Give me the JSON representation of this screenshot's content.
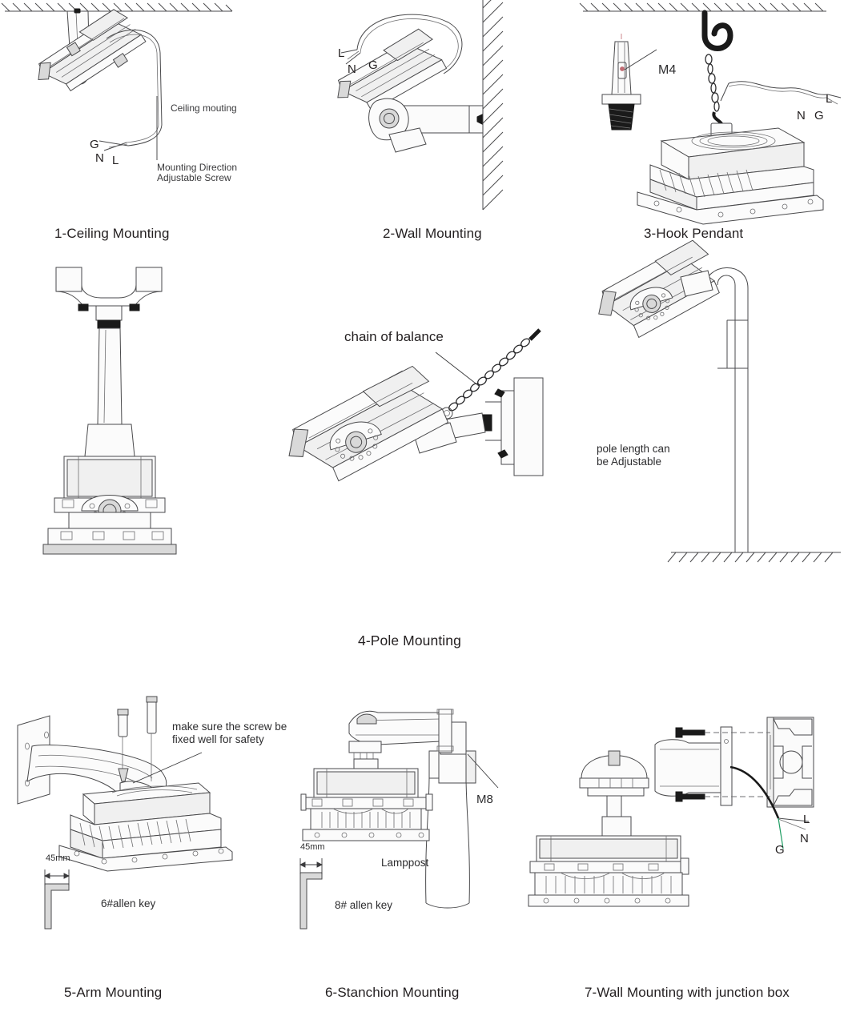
{
  "document": {
    "title": "LED Floodlight Mounting Methods",
    "accent_colors": {
      "line": "#4a4a4c",
      "text": "#231f20",
      "annotation": "#3a3a3c",
      "centerline": "#c06a72",
      "ground_wire": "#1f9d63",
      "dark_part": "#1a1a1a"
    }
  },
  "panels": [
    {
      "id": "ceiling-mounting",
      "caption": "1-Ceiling Mounting",
      "annotations": [
        {
          "name": "ceiling-mounting-note",
          "text": "Ceiling mouting"
        },
        {
          "name": "mounting-direction-note-line1",
          "text": "Mounting Direction"
        },
        {
          "name": "mounting-direction-note-line2",
          "text": "Adjustable Screw"
        }
      ],
      "wire_labels": [
        "G",
        "N",
        "L"
      ]
    },
    {
      "id": "wall-mounting",
      "caption": "2-Wall Mounting",
      "annotations": [],
      "wire_labels": [
        "L",
        "N",
        "G"
      ]
    },
    {
      "id": "hook-pendant",
      "caption": "3-Hook Pendant",
      "annotations": [
        {
          "name": "screw-size-label",
          "text": "M4"
        }
      ],
      "wire_labels": [
        "L",
        "N",
        "G"
      ]
    },
    {
      "id": "pole-mounting",
      "caption": "4-Pole Mounting",
      "annotations": [
        {
          "name": "chain-of-balance-label",
          "text": "chain of balance"
        },
        {
          "name": "pole-length-note-line1",
          "text": "pole length can"
        },
        {
          "name": "pole-length-note-line2",
          "text": "be Adjustable"
        }
      ],
      "wire_labels": []
    },
    {
      "id": "arm-mounting",
      "caption": "5-Arm Mounting",
      "annotations": [
        {
          "name": "screw-safety-note-line1",
          "text": "make sure the screw be"
        },
        {
          "name": "screw-safety-note-line2",
          "text": "fixed well for safety"
        },
        {
          "name": "allen-key-dimension",
          "text": "45mm"
        },
        {
          "name": "allen-key-size",
          "text": "6#allen key"
        }
      ],
      "wire_labels": []
    },
    {
      "id": "stanchion-mounting",
      "caption": "6-Stanchion Mounting",
      "annotations": [
        {
          "name": "bolt-size-label",
          "text": "M8"
        },
        {
          "name": "lamppost-label",
          "text": "Lamppost"
        },
        {
          "name": "allen-key-dimension",
          "text": "45mm"
        },
        {
          "name": "allen-key-size",
          "text": "8# allen key"
        }
      ],
      "wire_labels": []
    },
    {
      "id": "wall-mounting-junction-box",
      "caption": "7-Wall Mounting with junction box",
      "annotations": [],
      "wire_labels": [
        "L",
        "N",
        "G"
      ]
    }
  ]
}
